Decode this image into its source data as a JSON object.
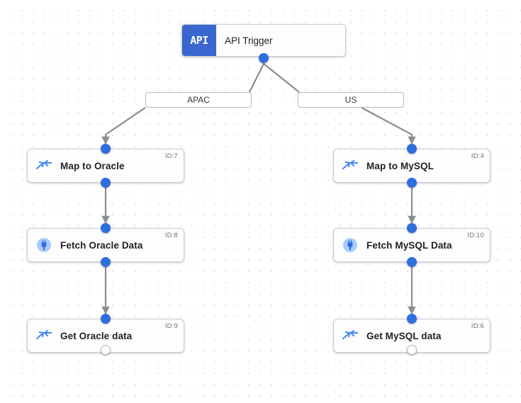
{
  "canvas": {
    "background_color": "#ffffff",
    "grid_dot_color": "#e3e3e3",
    "accent_color": "#2f6ede",
    "trigger_color": "#3a66cf",
    "edge_color": "#8a8d91"
  },
  "trigger": {
    "icon_label": "API",
    "icon_name": "api-icon",
    "title": "API Trigger"
  },
  "branches": [
    {
      "label": "APAC"
    },
    {
      "label": "US"
    }
  ],
  "nodes": [
    {
      "title": "Map to Oracle",
      "id_badge": "ID:7",
      "icon": "mapper-icon"
    },
    {
      "title": "Fetch Oracle Data",
      "id_badge": "ID:8",
      "icon": "database-plug-icon"
    },
    {
      "title": "Get Oracle data",
      "id_badge": "ID:9",
      "icon": "mapper-icon"
    },
    {
      "title": "Map to MySQL",
      "id_badge": "ID:4",
      "icon": "mapper-icon"
    },
    {
      "title": "Fetch MySQL Data",
      "id_badge": "ID:10",
      "icon": "database-plug-icon"
    },
    {
      "title": "Get MySQL data",
      "id_badge": "ID:6",
      "icon": "mapper-icon"
    }
  ]
}
